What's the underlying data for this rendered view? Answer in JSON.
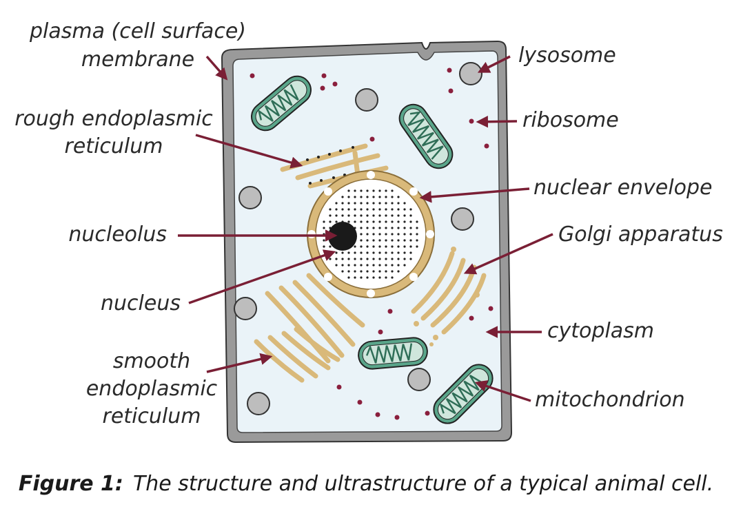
{
  "labels": {
    "plasma_membrane_line1": "plasma (cell surface)",
    "plasma_membrane_line2": "membrane",
    "rough_er_line1": "rough endoplasmic",
    "rough_er_line2": "reticulum",
    "nucleolus": "nucleolus",
    "nucleus": "nucleus",
    "smooth_er_line1": "smooth",
    "smooth_er_line2": "endoplasmic",
    "smooth_er_line3": "reticulum",
    "lysosome": "lysosome",
    "ribosome": "ribosome",
    "nuclear_envelope": "nuclear envelope",
    "golgi": "Golgi apparatus",
    "cytoplasm": "cytoplasm",
    "mitochondrion": "mitochondrion"
  },
  "caption": {
    "prefix": "Figure 1:",
    "text": "The structure and ultrastructure of a typical animal cell."
  },
  "colors": {
    "membrane": "#9a9a9a",
    "cytoplasm": "#eaf3f8",
    "arrow": "#7a1f35",
    "er": "#d9b97a",
    "mitochondrion": "#5aa58a",
    "lysosome": "#bdbdbd",
    "ribosome": "#8a1f3d",
    "nucleolus": "#1a1a1a"
  }
}
